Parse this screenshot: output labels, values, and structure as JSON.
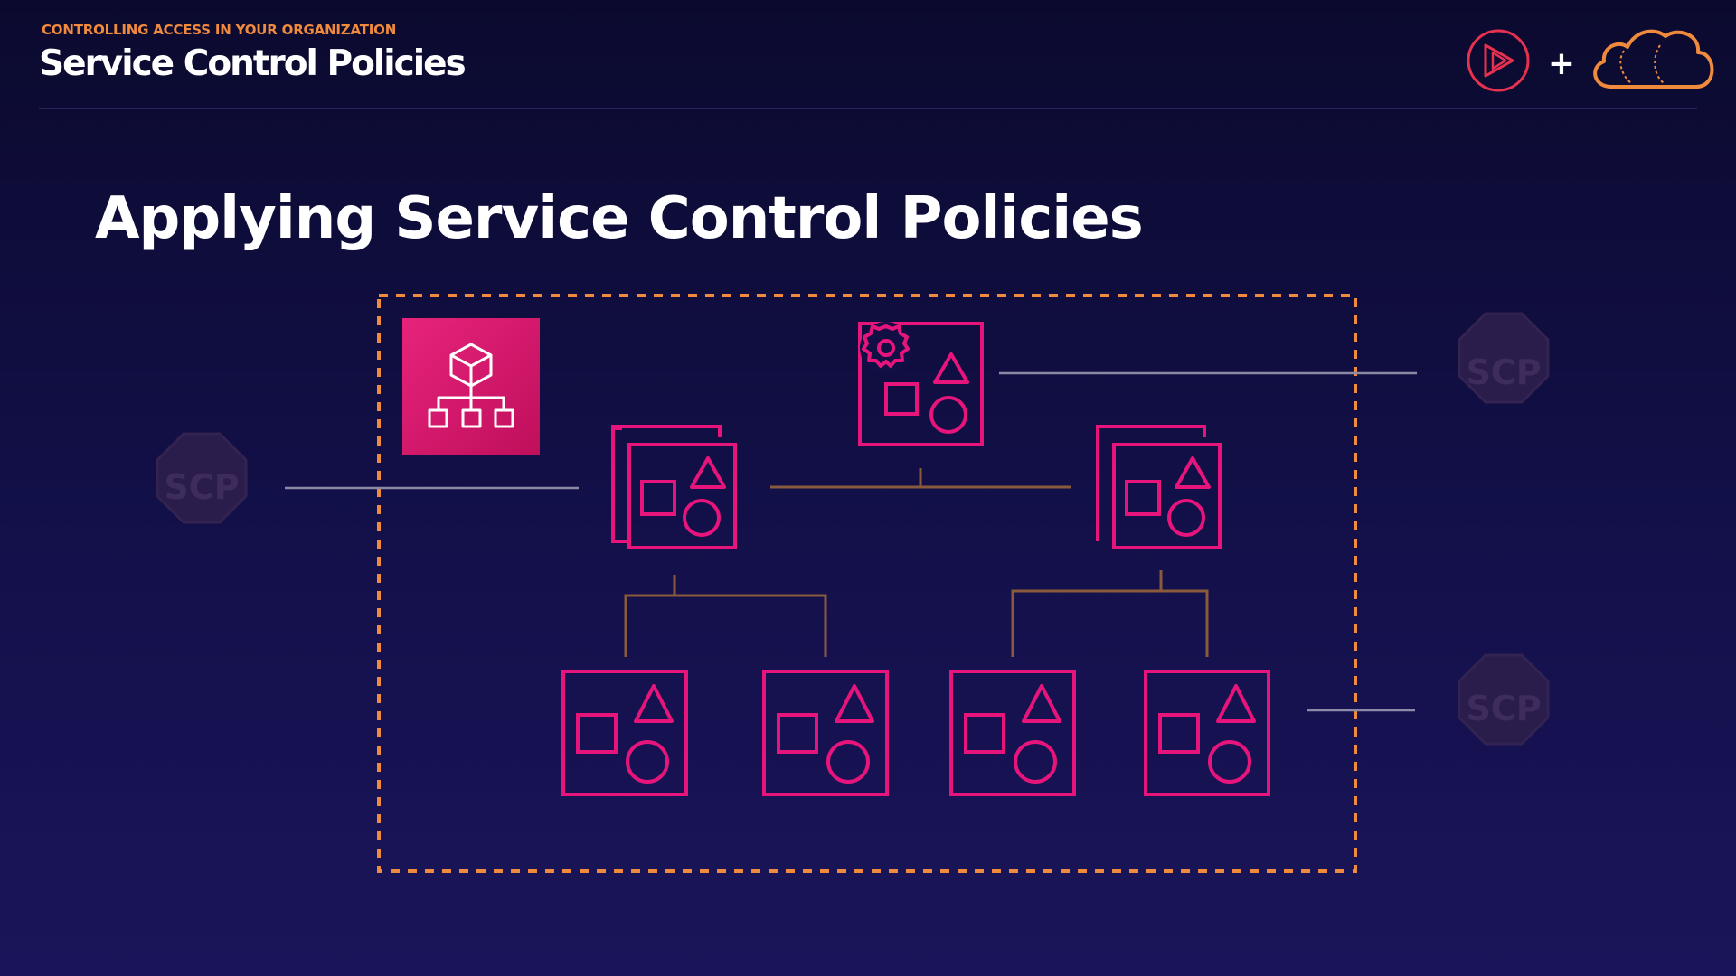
{
  "header": {
    "eyebrow": "CONTROLLING ACCESS IN YOUR ORGANIZATION",
    "title": "Service Control Policies",
    "plus": "+"
  },
  "slide": {
    "heading": "Applying Service Control Policies"
  },
  "diagram": {
    "scp_label": "SCP",
    "icons": {
      "organizations": "aws-organizations-icon",
      "management_account": "management-account-icon",
      "organizational_unit": "organizational-unit-icon",
      "member_account": "member-account-icon",
      "scp_badge": "stop-sign-icon",
      "brand_left": "play-logo-icon",
      "brand_right": "cloud-logo-icon"
    },
    "colors": {
      "account_pink": "#e7157b",
      "boundary_orange": "#f08a3c",
      "connector_brown": "#8a5a3c",
      "scp_line": "#8c8aa6"
    }
  }
}
